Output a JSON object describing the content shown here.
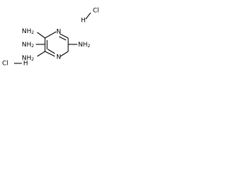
{
  "molecule": {
    "salt_top": {
      "cl": "Cl",
      "h": "H"
    },
    "salt_bottom": {
      "cl": "Cl",
      "h": "H"
    },
    "amine_top": "NH",
    "amine_top_sub": "2",
    "amine_left": "NH",
    "amine_left_sub": "2",
    "amine_right": "NH",
    "amine_right_sub": "2",
    "amine_bottom": "NH",
    "amine_bottom_sub": "2",
    "ring_n_top": "N",
    "ring_n_bottom": "N",
    "colors": {
      "ink": "#000000",
      "background": "#ffffff"
    }
  }
}
